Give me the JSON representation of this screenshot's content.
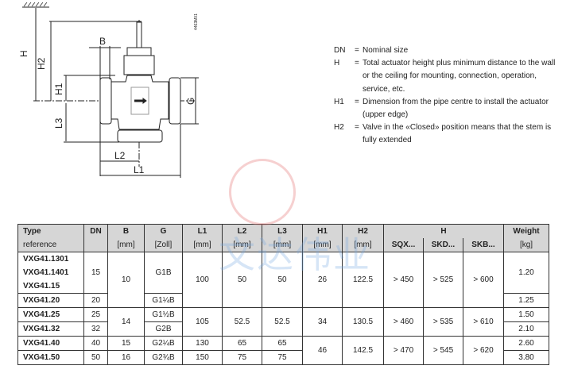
{
  "drawing": {
    "drawing_code": "4463M01",
    "labels": {
      "H": "H",
      "H2": "H2",
      "H1": "H1",
      "L3": "L3",
      "B": "B",
      "G": "G",
      "L2": "L2",
      "L1": "L1"
    }
  },
  "legend": [
    {
      "term": "DN",
      "def": "Nominal size"
    },
    {
      "term": "H",
      "def": "Total actuator height plus minimum distance to the wall or the ceiling for mounting, connection, operation, service, etc."
    },
    {
      "term": "H1",
      "def": "Dimension from the pipe centre to install the actuator (upper edge)"
    },
    {
      "term": "H2",
      "def": "Valve in the «Closed» position means that the stem is fully extended"
    }
  ],
  "watermark_text": "文达伟业",
  "table": {
    "headers": {
      "type": "Type",
      "type_sub": "reference",
      "dn": "DN",
      "b": "B",
      "b_unit": "[mm]",
      "g": "G",
      "g_unit": "[Zoll]",
      "l1": "L1",
      "l1_unit": "[mm]",
      "l2": "L2",
      "l2_unit": "[mm]",
      "l3": "L3",
      "l3_unit": "[mm]",
      "h1": "H1",
      "h1_unit": "[mm]",
      "h2": "H2",
      "h2_unit": "[mm]",
      "h": "H",
      "sqx": "SQX...",
      "skd": "SKD...",
      "skb": "SKB...",
      "weight": "Weight",
      "weight_unit": "[kg]"
    },
    "rows": [
      {
        "types": [
          "VXG41.1301",
          "VXG41.1401",
          "VXG41.15"
        ],
        "dn": "15",
        "b": "10",
        "g": "G1B",
        "l1": "100",
        "l2": "50",
        "l3": "50",
        "h1": "26",
        "h2": "122.5",
        "sqx": "> 450",
        "skd": "> 525",
        "skb": "> 600",
        "weight": "1.20"
      },
      {
        "types": [
          "VXG41.20"
        ],
        "dn": "20",
        "g": "G1¼B",
        "weight": "1.25"
      },
      {
        "types": [
          "VXG41.25"
        ],
        "dn": "25",
        "b": "14",
        "g": "G1½B",
        "l1": "105",
        "l2": "52.5",
        "l3": "52.5",
        "h1": "34",
        "h2": "130.5",
        "sqx": "> 460",
        "skd": "> 535",
        "skb": "> 610",
        "weight": "1.50"
      },
      {
        "types": [
          "VXG41.32"
        ],
        "dn": "32",
        "g": "G2B",
        "weight": "2.10"
      },
      {
        "types": [
          "VXG41.40"
        ],
        "dn": "40",
        "b": "15",
        "g": "G2¼B",
        "l1": "130",
        "l2": "65",
        "l3": "65",
        "h1": "46",
        "h2": "142.5",
        "sqx": "> 470",
        "skd": "> 545",
        "skb": "> 620",
        "weight": "2.60"
      },
      {
        "types": [
          "VXG41.50"
        ],
        "dn": "50",
        "b": "16",
        "g": "G2¾B",
        "l1": "150",
        "l2": "75",
        "l3": "75",
        "weight": "3.80"
      }
    ]
  }
}
